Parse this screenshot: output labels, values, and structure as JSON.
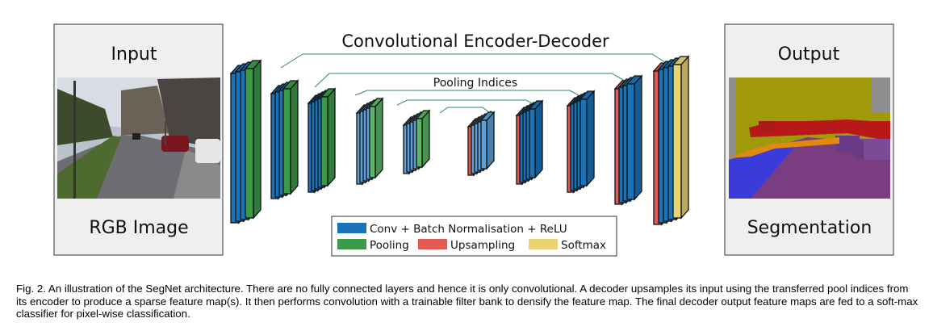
{
  "figure": {
    "title": "Convolutional Encoder-Decoder",
    "pooling_indices_label": "Pooling Indices",
    "input_panel": {
      "top_label": "Input",
      "bottom_label": "RGB Image"
    },
    "output_panel": {
      "top_label": "Output",
      "bottom_label": "Segmentation"
    },
    "legend": {
      "conv": {
        "label": "Conv + Batch Normalisation + ReLU",
        "color": "#1a73b8"
      },
      "pooling": {
        "label": "Pooling",
        "color": "#3a9a48"
      },
      "upsampling": {
        "label": "Upsampling",
        "color": "#e25a52"
      },
      "softmax": {
        "label": "Softmax",
        "color": "#e9d373"
      }
    },
    "colors": {
      "conv": "#1a73b8",
      "conv_light": "#5d9fd6",
      "pooling": "#3a9a48",
      "pooling_light": "#5cb666",
      "upsampling": "#e25a52",
      "softmax": "#e9d373",
      "arrow": "#2e8b57",
      "panel_bg": "#efefef"
    }
  },
  "caption": "Fig. 2. An illustration of the SegNet architecture. There are no fully connected layers and hence it is only convolutional. A decoder upsamples its input using the transferred pool indices from its encoder to produce a sparse feature map(s). It then performs convolution with a trainable filter bank to densify the feature map. The final decoder output feature maps are fed to a soft-max classifier for pixel-wise classification."
}
